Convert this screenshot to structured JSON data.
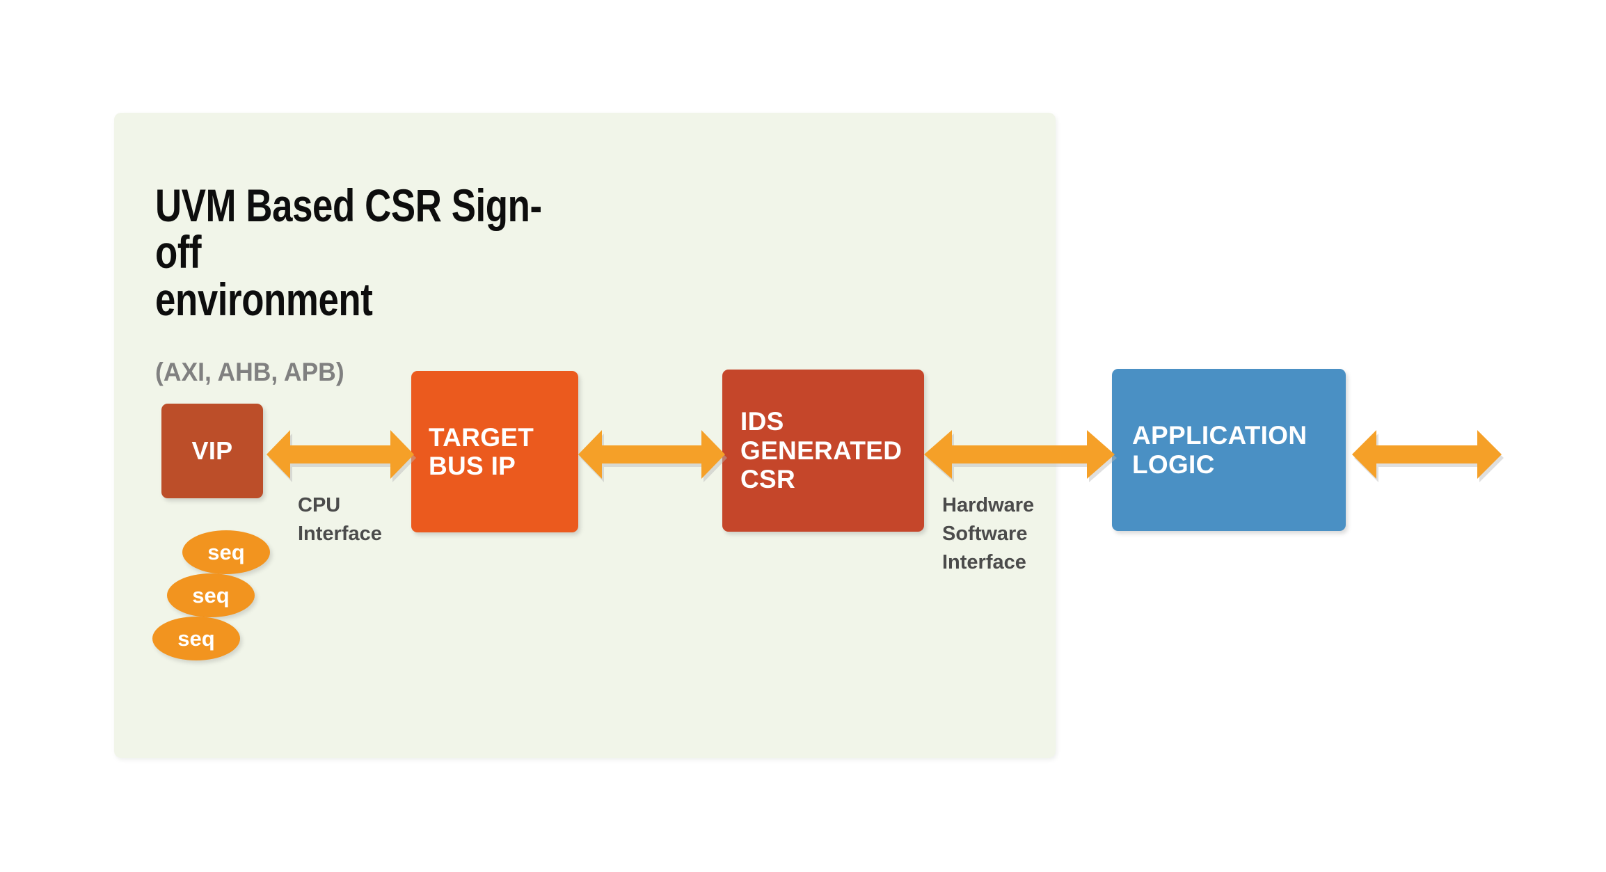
{
  "diagram": {
    "title": "UVM Based CSR Sign-off\nenvironment",
    "subtitle": "(AXI, AHB, APB)",
    "panel_color": "#f1f5e9",
    "page_background": "#ffffff"
  },
  "blocks": [
    {
      "id": "vip",
      "label": "VIP",
      "color": "#bc4e29",
      "text_color": "#ffffff"
    },
    {
      "id": "target-bus-ip",
      "label": "TARGET\nBUS IP",
      "color": "#eb5a1e",
      "text_color": "#ffffff"
    },
    {
      "id": "ids-generated-csr",
      "label": "IDS\nGENERATED\nCSR",
      "color": "#c5462a",
      "text_color": "#ffffff"
    },
    {
      "id": "application-logic",
      "label": "APPLICATION\nLOGIC",
      "color": "#4a90c4",
      "text_color": "#ffffff"
    }
  ],
  "sequences": {
    "color": "#f2941f",
    "text_color": "#ffffff",
    "items": [
      {
        "label": "seq"
      },
      {
        "label": "seq"
      },
      {
        "label": "seq"
      }
    ]
  },
  "connectors": {
    "color": "#f5a028",
    "arrows": [
      {
        "id": "vip-to-target",
        "direction": "bidirectional",
        "caption": "CPU\nInterface"
      },
      {
        "id": "target-to-ids",
        "direction": "bidirectional",
        "caption": ""
      },
      {
        "id": "ids-to-application",
        "direction": "bidirectional",
        "caption": "Hardware\nSoftware\nInterface"
      },
      {
        "id": "application-to-external",
        "direction": "bidirectional",
        "caption": ""
      }
    ]
  },
  "captions": {
    "cpu_interface": "CPU\nInterface",
    "hardware_software_interface": "Hardware\nSoftware\nInterface",
    "text_color": "#4b4b4b"
  }
}
